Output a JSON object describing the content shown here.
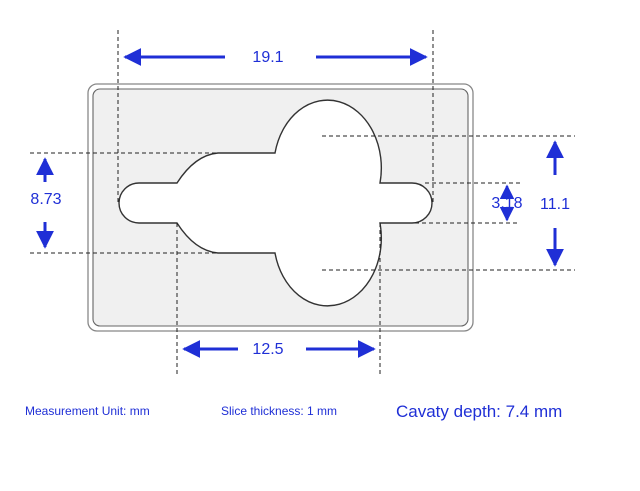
{
  "colors": {
    "dimension": "#1f2fd6",
    "outline": "#777777",
    "tray_fill": "#f0f0f0",
    "cavity_fill": "#ffffff",
    "footer_text": "#1f2fd6"
  },
  "dimensions": {
    "overall_width": "19.1",
    "center_width": "12.5",
    "left_height": "8.73",
    "slot_height": "3.18",
    "overall_height": "11.1"
  },
  "footer": {
    "measurement_unit": "Measurement Unit: mm",
    "slice_thickness": "Slice thickness: 1  mm",
    "cavity_depth": "Cavaty depth: 7.4 mm"
  }
}
